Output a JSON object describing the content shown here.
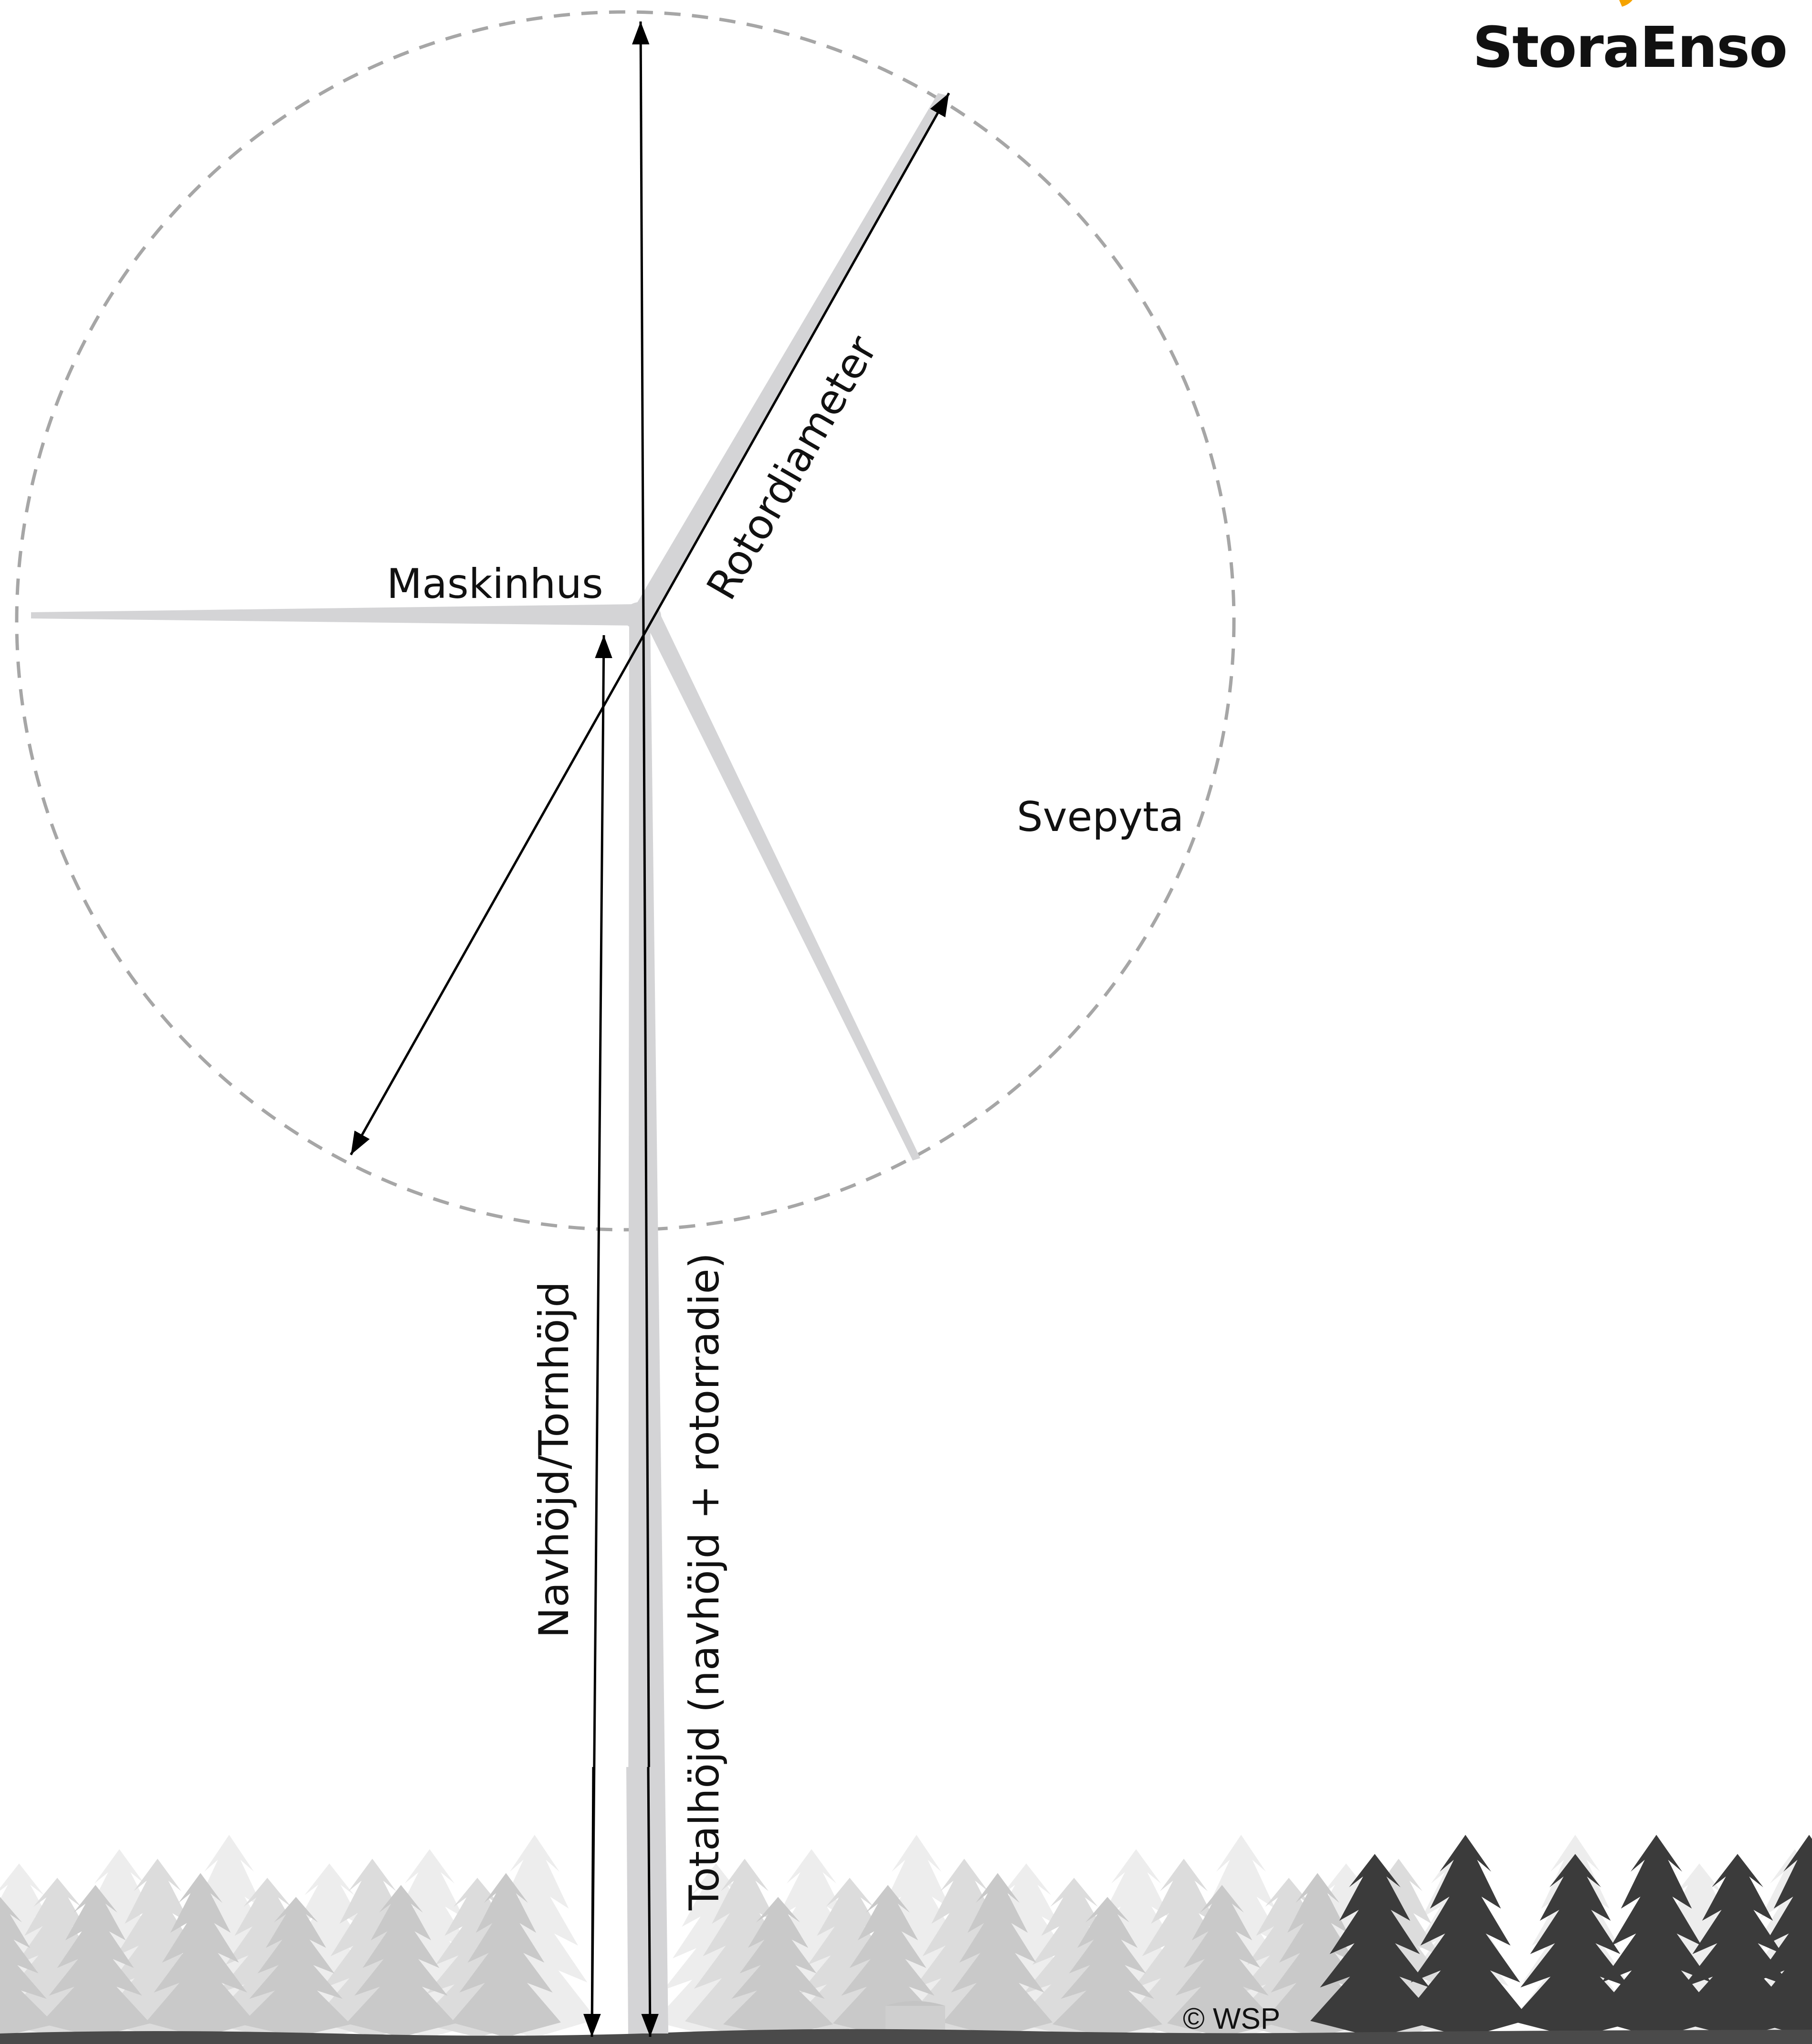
{
  "brand": {
    "name": "StoraEnso",
    "accent_color": "#f5a300"
  },
  "labels": {
    "nacelle": "Maskinhus",
    "rotor_diameter": "Rotordiameter",
    "swept_area": "Svepyta",
    "hub_height": "Navhöjd/Tornhöjd",
    "total_height": "Totalhöjd (navhöjd + rotorradie)"
  },
  "credit": "© WSP",
  "colors": {
    "turbine": "#d4d4d6",
    "swept_circle": "#a6a6a6",
    "arrows": "#000000",
    "forest_back": "#ededed",
    "forest_mid": "#dcdcdc",
    "forest_front": "#c9c9c9",
    "forest_dark": "#3b3b3b",
    "ground": "#4a4a4a"
  },
  "icons": {
    "logo": "storaenso-logo",
    "forest": "conifer-forest-silhouette"
  }
}
